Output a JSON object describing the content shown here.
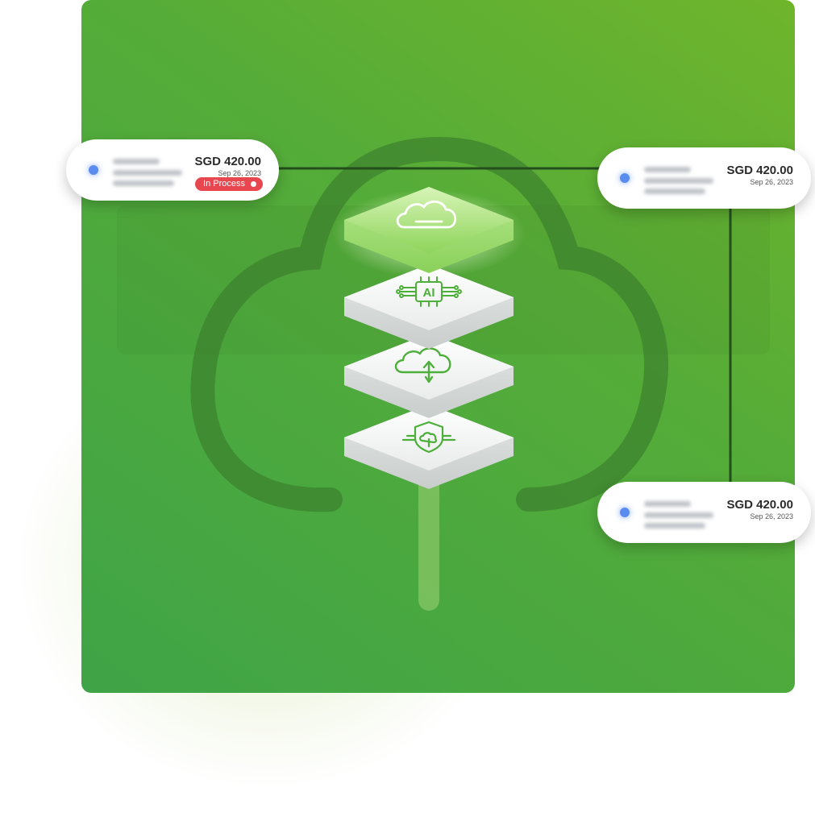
{
  "cards": [
    {
      "amount": "SGD 420.00",
      "date": "Sep 26, 2023",
      "status": "In Process"
    },
    {
      "amount": "SGD 420.00",
      "date": "Sep 26, 2023"
    },
    {
      "amount": "SGD 420.00",
      "date": "Sep 26, 2023"
    }
  ],
  "stack": [
    "cloud-icon",
    "ai-chip-icon",
    "cloud-upload-icon",
    "shield-cloud-icon"
  ],
  "chip_text": "AI",
  "colors": {
    "panel_start": "#6fb52c",
    "panel_end": "#3fa447",
    "status_red": "#e8474f",
    "icon_green": "#4caf3a"
  }
}
